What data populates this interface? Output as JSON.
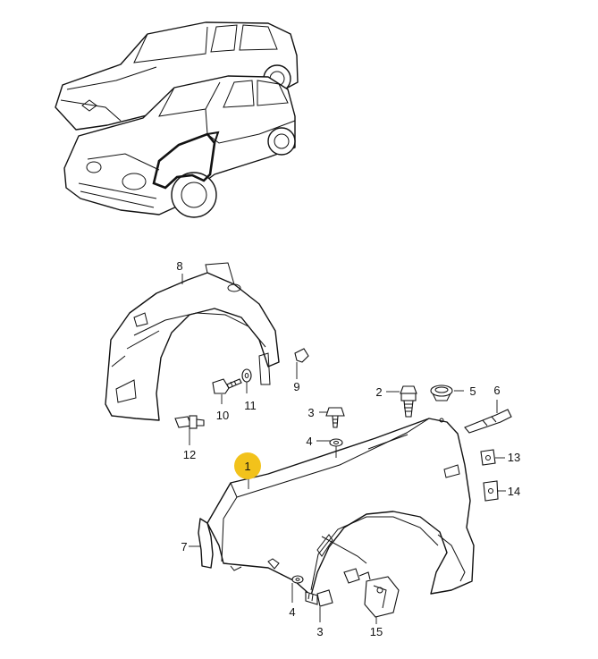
{
  "callouts": {
    "c1": "1",
    "c2": "2",
    "c3a": "3",
    "c3b": "3",
    "c4a": "4",
    "c4b": "4",
    "c5": "5",
    "c6": "6",
    "c7": "7",
    "c8": "8",
    "c9": "9",
    "c10": "10",
    "c11": "11",
    "c12": "12",
    "c13": "13",
    "c14": "14",
    "c15": "15"
  },
  "colors": {
    "highlight": "#F2C21B",
    "line": "#111111",
    "background": "#FFFFFF"
  }
}
